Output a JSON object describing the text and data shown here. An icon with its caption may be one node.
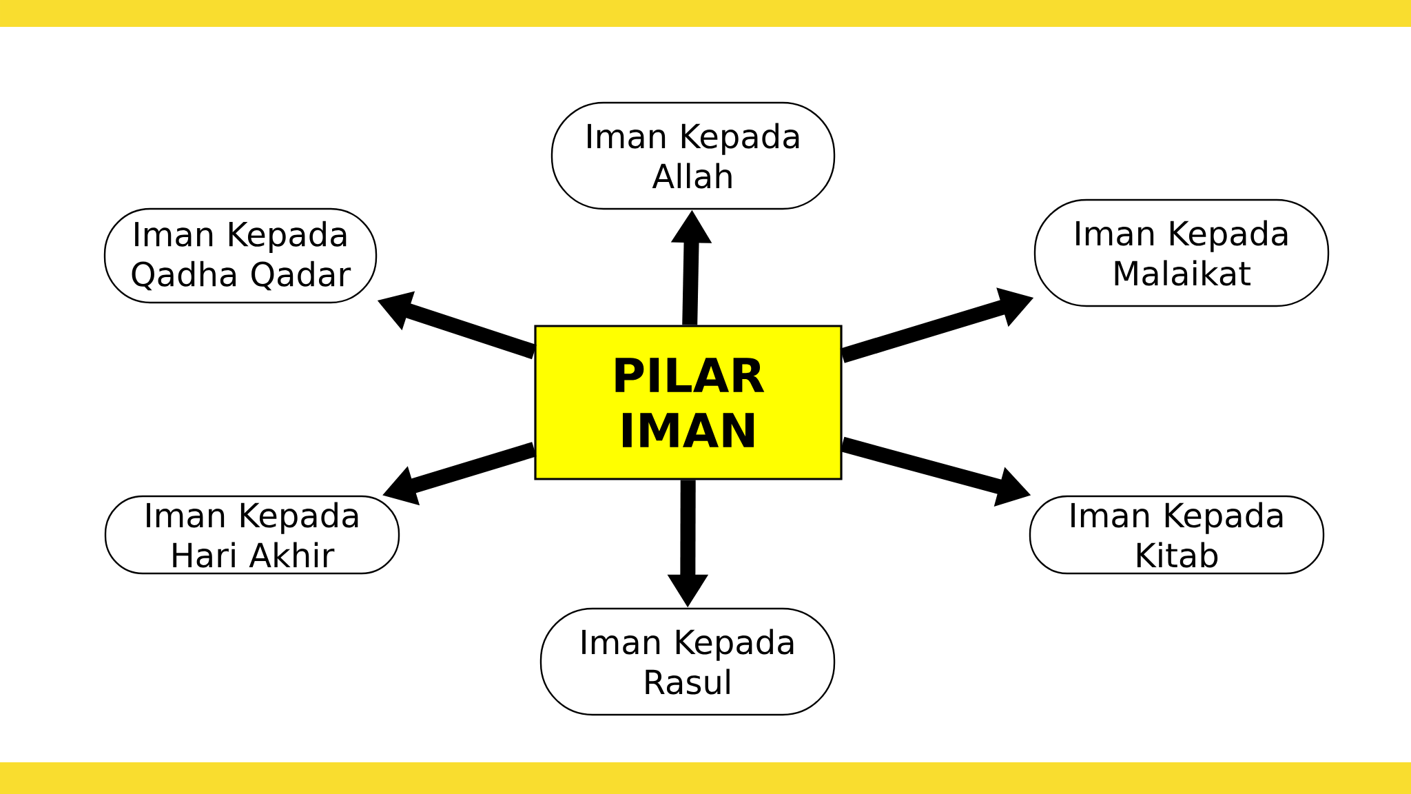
{
  "diagram": {
    "nodes": [
      {
        "text": [
          "Iman Kepada Allah"
        ]
      },
      {
        "text": [
          "Iman Kepada Qadha Qadar"
        ]
      },
      {
        "text": [
          "Iman Kepada Malaikat"
        ]
      },
      {
        "text": [
          "PILAR IMAN"
        ]
      },
      {
        "text": [
          "Iman Kepada Hari Akhir"
        ]
      },
      {
        "text": [
          "Iman Kepada Kitab"
        ]
      },
      {
        "text": [
          "Iman Kepada Rasul"
        ]
      }
    ],
    "edges": [
      {
        "from": 3,
        "to": 0,
        "arrow": "to"
      },
      {
        "from": 3,
        "to": 1,
        "arrow": "to"
      },
      {
        "from": 3,
        "to": 2,
        "arrow": "to"
      },
      {
        "from": 3,
        "to": 4,
        "arrow": "to"
      },
      {
        "from": 3,
        "to": 5,
        "arrow": "to"
      },
      {
        "from": 3,
        "to": 6,
        "arrow": "to"
      }
    ]
  }
}
